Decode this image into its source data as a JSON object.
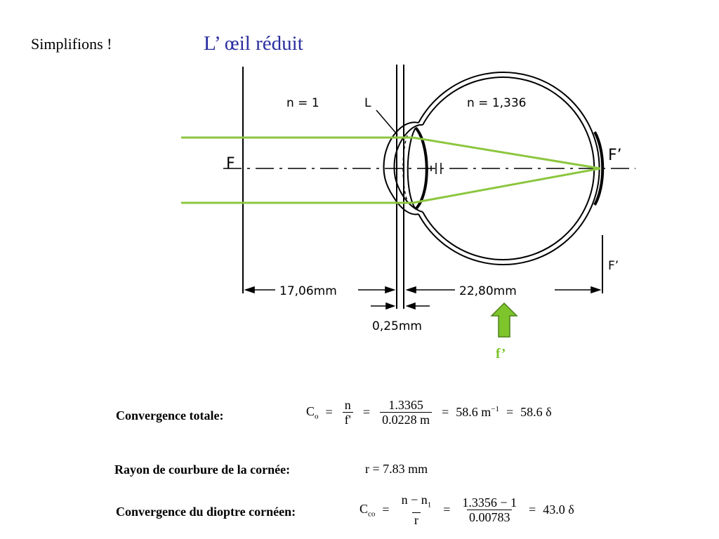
{
  "header": {
    "intro": "Simplifions !",
    "title": "L’ œil réduit"
  },
  "diagram": {
    "labels": {
      "n_outside": "n = 1",
      "lens": "L",
      "n_inside": "n = 1,336",
      "focus_front": "F",
      "focus_back": "F’",
      "focus_back_dim": "F’",
      "dist_front": "17,06mm",
      "dist_back": "22,80mm",
      "dist_cornea": "0,25mm"
    },
    "arrow_label": "f’",
    "colors": {
      "rays": "#8cc63f",
      "arrow": "#7dc52b",
      "title": "#2b2fa0"
    }
  },
  "formulas": {
    "convergence_totale": {
      "label": "Convergence totale:",
      "lhs": "C",
      "lhs_sub": "o",
      "eq1": "=",
      "f1_num": "n",
      "f1_den": "f'",
      "eq2": "=",
      "f2_num": "1.3365",
      "f2_den": "0.0228  m",
      "eq3": "=",
      "v1": "58.6  m",
      "v1_sup": "−1",
      "eq4": "=",
      "v2": "58.6  δ"
    },
    "rayon": {
      "label": "Rayon de courbure de la cornée:",
      "value": "r  =  7.83  mm"
    },
    "convergence_dioptre": {
      "label": "Convergence du dioptre cornéen:",
      "lhs": "C",
      "lhs_sub": "co",
      "eq1": "=",
      "f1_num": "n − n",
      "f1_num_sub": "1",
      "f1_den": "r",
      "eq2": "=",
      "f2_num": "1.3356 − 1",
      "f2_den": "0.00783",
      "eq3": "=",
      "v1": "43.0  δ"
    }
  }
}
